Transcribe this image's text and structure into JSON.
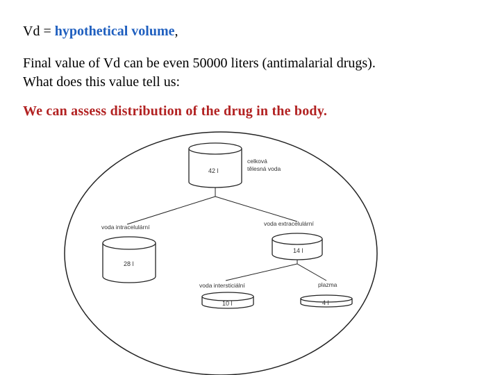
{
  "text": {
    "line1_prefix": "Vd = ",
    "line1_highlight": "hypothetical volume",
    "line1_suffix": ",",
    "line2": "Final value of Vd can be even 50000 liters (antimalarial drugs).",
    "line3": "What does this value tell us:",
    "line4": "We can assess distribution of the drug in the body."
  },
  "colors": {
    "highlight_blue": "#1f5fbf",
    "emphasis_red": "#b22222"
  },
  "diagram": {
    "total": {
      "value": "42 l",
      "label_line1": "celková",
      "label_line2": "tělesná voda"
    },
    "intracellular": {
      "label": "voda intracelulární",
      "value": "28 l"
    },
    "extracellular": {
      "label": "voda extracelulární",
      "value": "14 l"
    },
    "interstitial": {
      "label": "voda intersticiální",
      "value": "10 l"
    },
    "plasma": {
      "label": "plazma",
      "value": "4 l"
    }
  }
}
